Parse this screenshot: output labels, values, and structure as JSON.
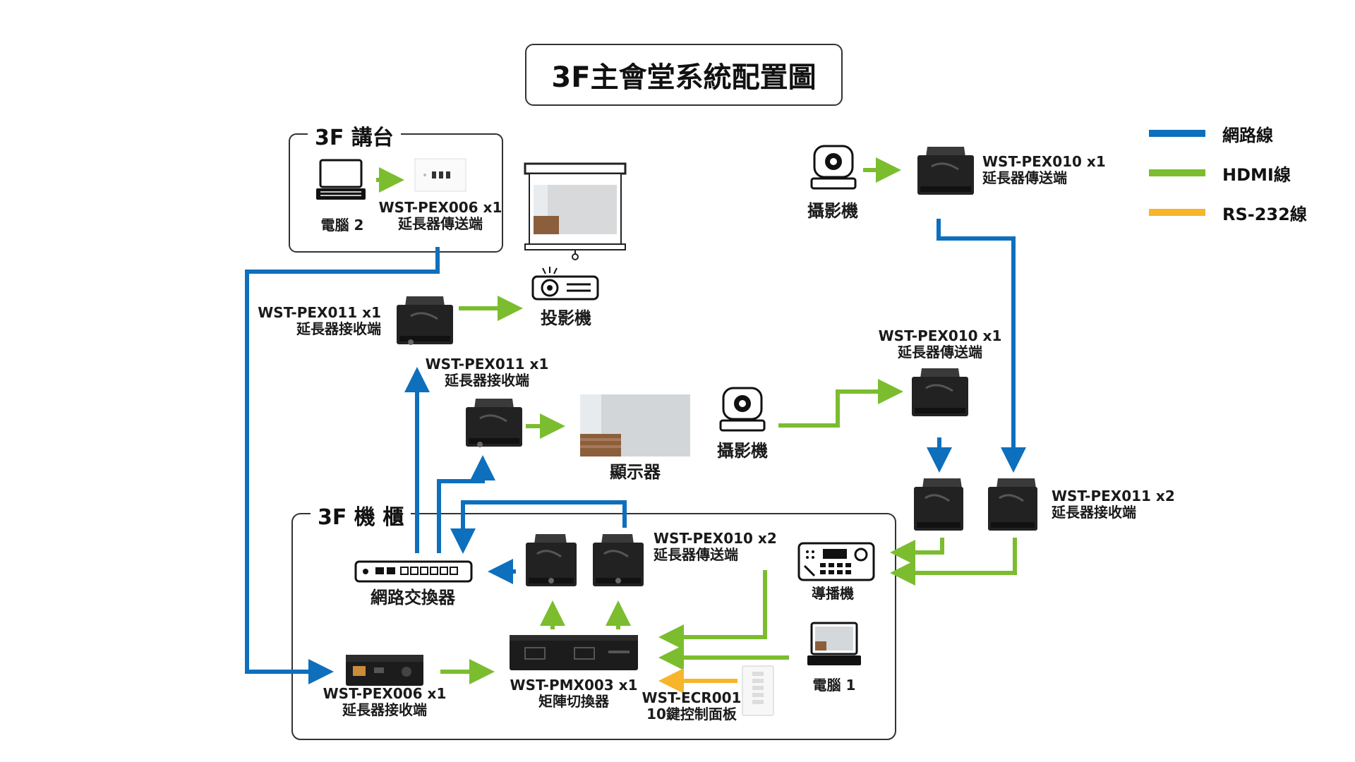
{
  "title": "3F主會堂系統配置圖",
  "groups": {
    "podium": "3F 講台",
    "cabinet": "3F 機 櫃"
  },
  "legend": [
    {
      "label": "網路線",
      "color": "#0e6fbc"
    },
    {
      "label": "HDMI線",
      "color": "#7bbd2f"
    },
    {
      "label": "RS-232線",
      "color": "#f6b52a"
    }
  ],
  "colors": {
    "network": "#0e6fbc",
    "hdmi": "#7bbd2f",
    "rs232": "#f6b52a"
  },
  "labels": {
    "pc2": "電腦 2",
    "pex006_tx_model": "WST-PEX006 x1",
    "pex006_tx_role": "延長器傳送端",
    "pex011_a_model": "WST-PEX011 x1",
    "pex011_a_role": "延長器接收端",
    "projector": "投影機",
    "pex011_b_model": "WST-PEX011 x1",
    "pex011_b_role": "延長器接收端",
    "display": "顯示器",
    "camera_mid": "攝影機",
    "camera_top": "攝影機",
    "pex010_top_model": "WST-PEX010 x1",
    "pex010_top_role": "延長器傳送端",
    "pex010_mid_model": "WST-PEX010 x1",
    "pex010_mid_role": "延長器傳送端",
    "pex011_x2_model": "WST-PEX011 x2",
    "pex011_x2_role": "延長器接收端",
    "switch": "網路交換器",
    "pex010_x2_model": "WST-PEX010 x2",
    "pex010_x2_role": "延長器傳送端",
    "director": "導播機",
    "pc1": "電腦 1",
    "pex006_rx_model": "WST-PEX006 x1",
    "pex006_rx_role": "延長器接收端",
    "pmx_model": "WST-PMX003 x1",
    "pmx_role": "矩陣切換器",
    "ecr_model": "WST-ECR001",
    "ecr_role": "10鍵控制面板"
  }
}
